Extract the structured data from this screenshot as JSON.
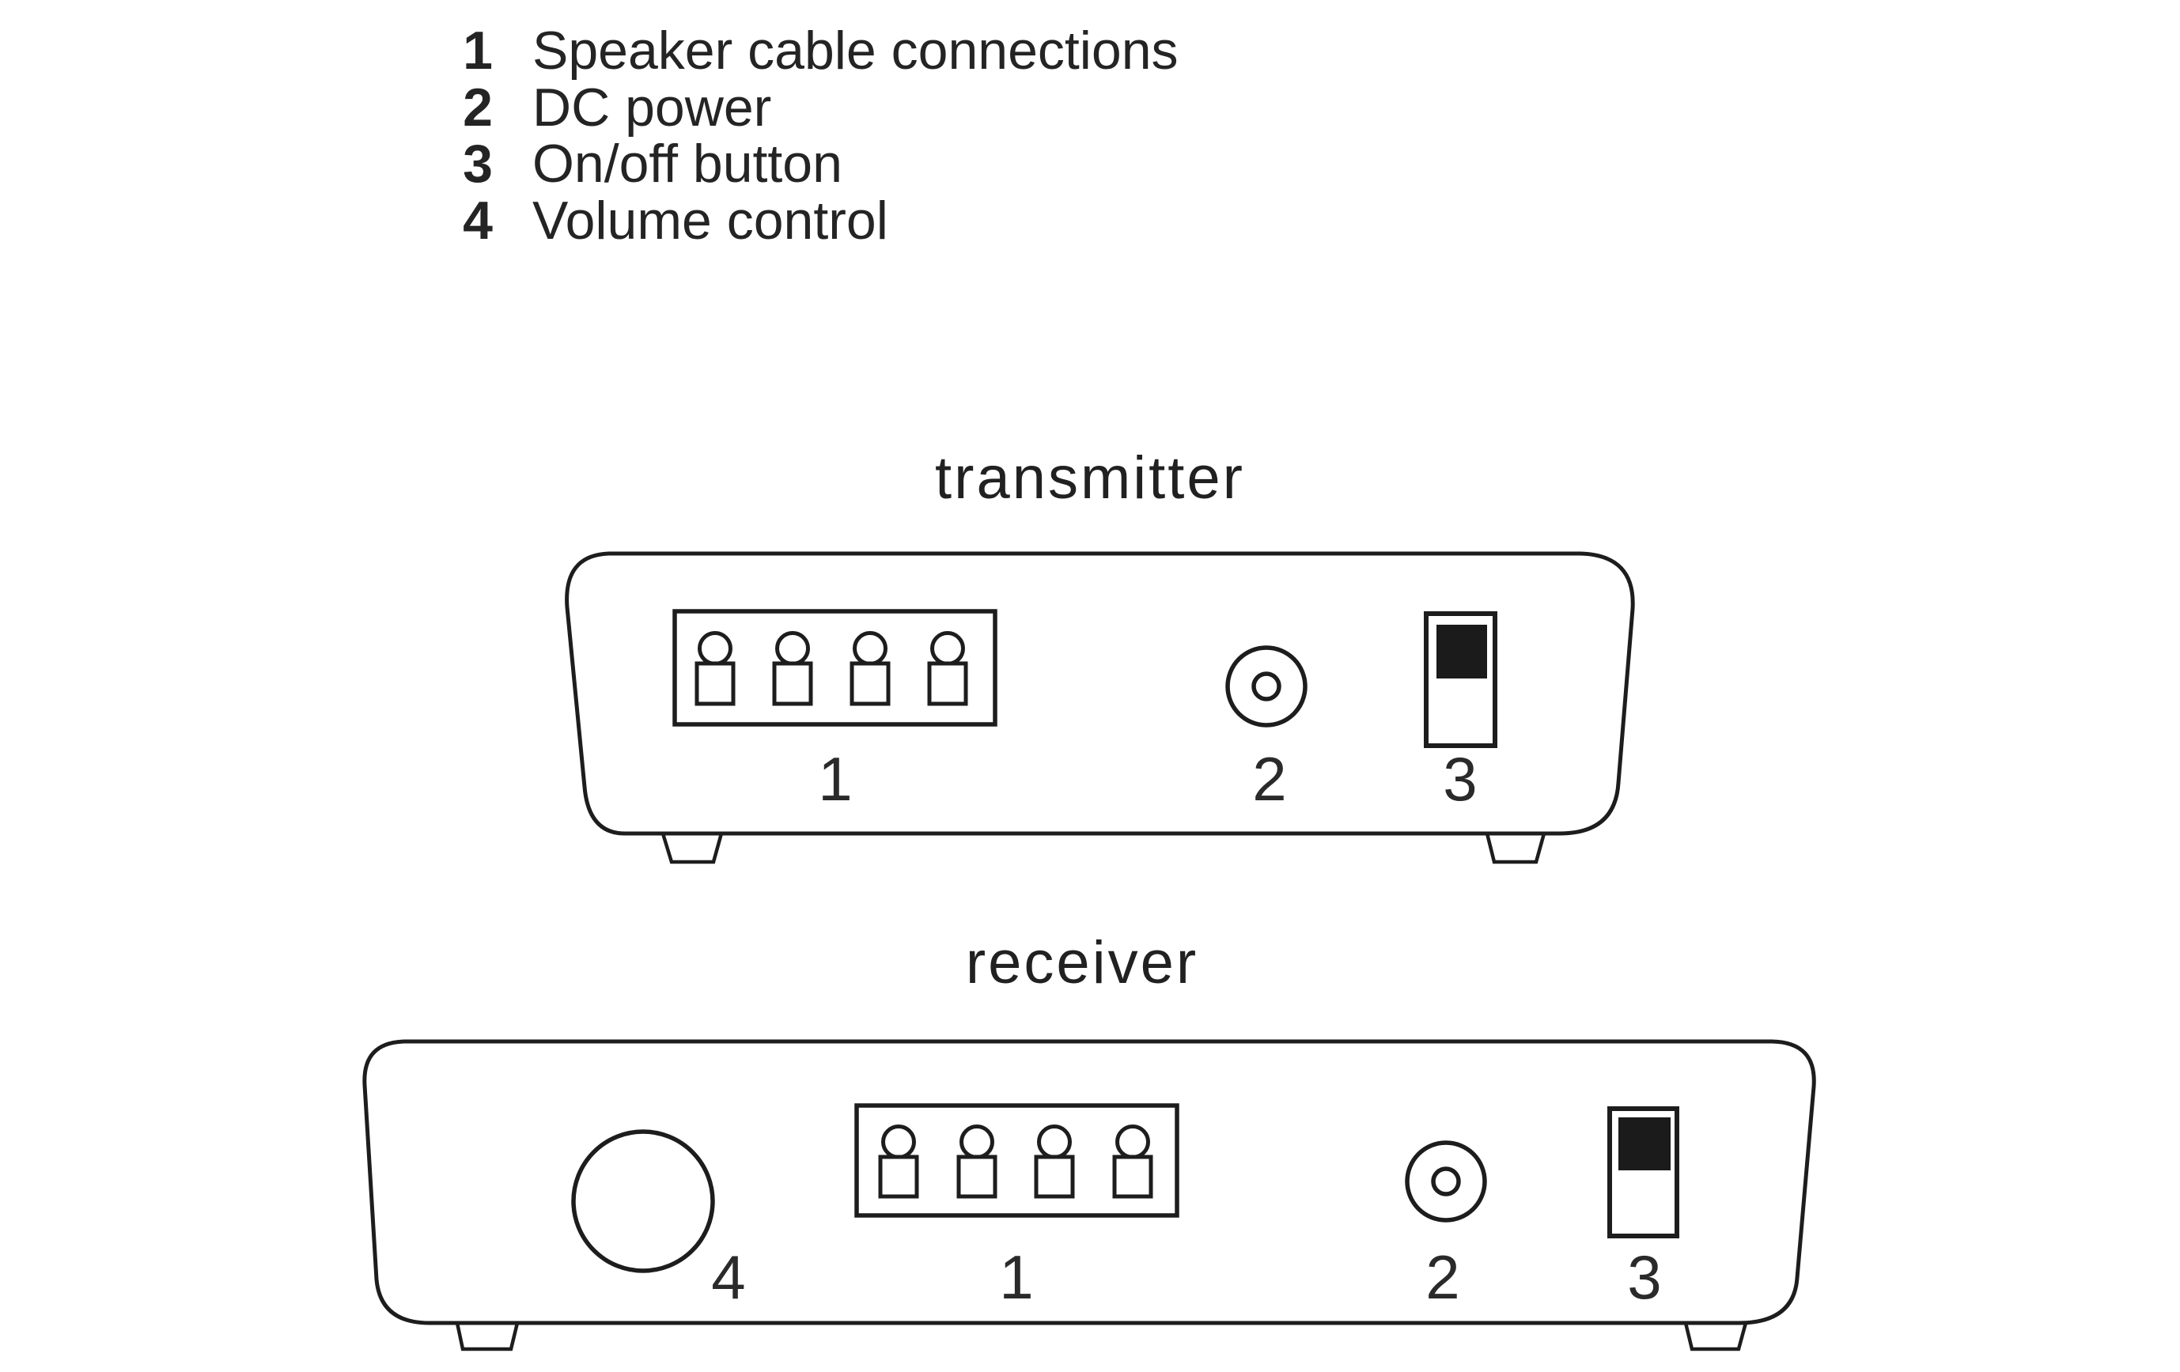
{
  "colors": {
    "background": "#ffffff",
    "line": "#1d1d1d",
    "switch_fill": "#1b1b1b"
  },
  "legend": {
    "items": [
      {
        "number": "1",
        "label": "Speaker cable connections"
      },
      {
        "number": "2",
        "label": "DC power"
      },
      {
        "number": "3",
        "label": "On/off button"
      },
      {
        "number": "4",
        "label": "Volume control"
      }
    ]
  },
  "transmitter": {
    "title": "transmitter",
    "labels": {
      "speaker_block": "1",
      "dc_power": "2",
      "power_switch": "3"
    }
  },
  "receiver": {
    "title": "receiver",
    "labels": {
      "volume_knob": "4",
      "speaker_block": "1",
      "dc_power": "2",
      "power_switch": "3"
    }
  }
}
